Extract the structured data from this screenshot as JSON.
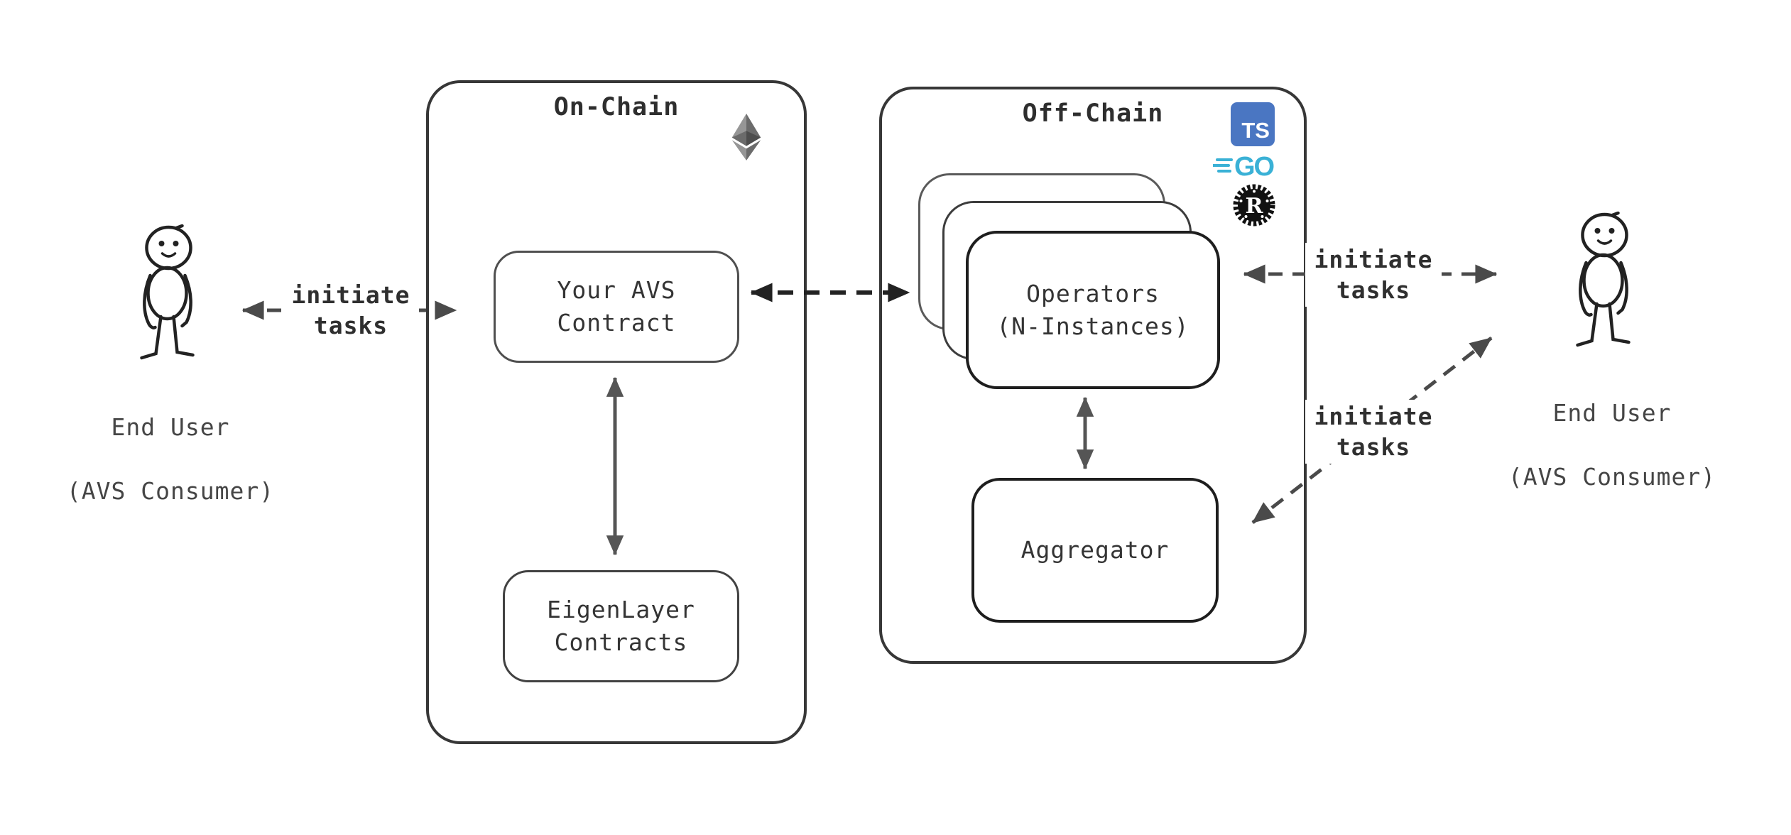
{
  "diagram": {
    "title_hint": "AVS architecture diagram",
    "background": "#ffffff",
    "actors": {
      "left": {
        "name": "End User",
        "qualifier": "(AVS Consumer)"
      },
      "right": {
        "name": "End User",
        "qualifier": "(AVS Consumer)"
      }
    },
    "onchain": {
      "title": "On-Chain",
      "avs_contract_label": "Your AVS\nContract",
      "eigenlayer_label": "EigenLayer\nContracts"
    },
    "offchain": {
      "title": "Off-Chain",
      "operators_label": "Operators\n(N-Instances)",
      "aggregator_label": "Aggregator",
      "logos": {
        "typescript": "TS",
        "go": "GO",
        "rust": "R"
      }
    },
    "edges": {
      "left_initiate_label": "initiate\ntasks",
      "right_top_initiate_label": "initiate\ntasks",
      "right_diag_initiate_label": "initiate\ntasks"
    },
    "colors": {
      "frame_stroke": "#373737",
      "node_stroke_dark": "#1e1e1e",
      "edge_gray": "#4a4a4a",
      "edge_dark": "#222222",
      "solid_arrow_gray": "#555555",
      "ts_blue": "#4a76c2",
      "go_cyan": "#3ab1d6",
      "rust_black": "#111111",
      "eth_light": "#969696",
      "eth_mid": "#6b6b6b",
      "eth_dark": "#4d4d4d",
      "text_dark": "#343434",
      "text_gray": "#454545"
    }
  }
}
